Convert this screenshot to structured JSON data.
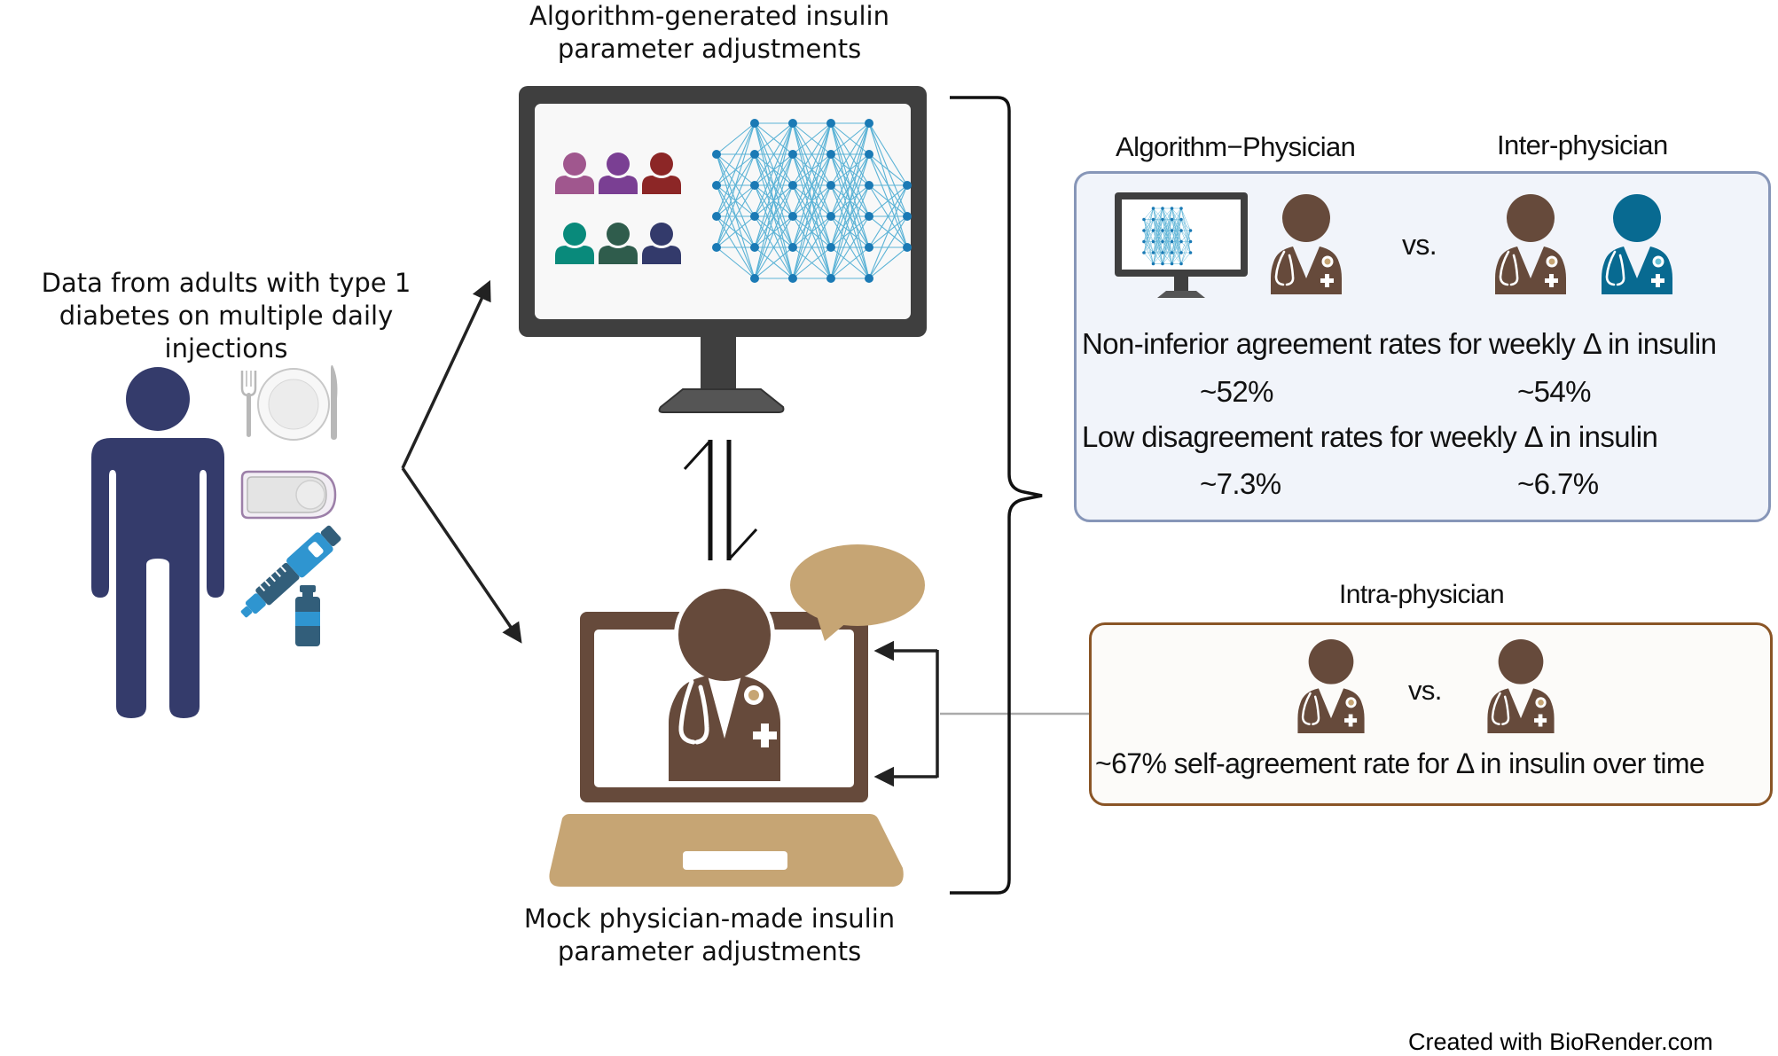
{
  "left_panel": {
    "caption_line1": "Data from adults with type 1",
    "caption_line2": "diabetes on multiple daily injections",
    "icons": [
      "person-icon",
      "plate-cutlery-icon",
      "glucose-sensor-icon",
      "insulin-pen-icon",
      "insulin-vial-icon"
    ]
  },
  "top_panel": {
    "title_line1": "Algorithm-generated insulin",
    "title_line2": "parameter adjustments",
    "patient_icon_colors": [
      "#a0578e",
      "#7a3f93",
      "#8c2626",
      "#098a7b",
      "#2f5c4c",
      "#333a6b"
    ]
  },
  "bottom_panel": {
    "title_line1": "Mock physician-made insulin",
    "title_line2": "parameter adjustments"
  },
  "comparison_box": {
    "header_left": "Algorithm−Physician",
    "header_right": "Inter-physician",
    "vs_label": "vs.",
    "row1_label": "Non-inferior agreement rates for weekly Δ in insulin",
    "row1_left_value": "~52%",
    "row1_right_value": "~54%",
    "row2_label": "Low disagreement rates for weekly Δ in insulin",
    "row2_left_value": "~7.3%",
    "row2_right_value": "~6.7%",
    "border_color": "#8796b8",
    "fill_color": "#f1f4fa"
  },
  "intra_box": {
    "header": "Intra-physician",
    "vs_label": "vs.",
    "summary": "~67% self-agreement rate for Δ in insulin over time",
    "border_color": "#8a5526"
  },
  "colors": {
    "person_navy": "#343b6b",
    "doctor_brown": "#664a3b",
    "doctor_blue": "#086a91",
    "laptop_tan": "#c6a574",
    "monitor_dark": "#3f3f3f",
    "network_blue": "#1a7ab5",
    "network_edge": "#5bb3d6"
  },
  "footer": {
    "credit": "Created with BioRender.com"
  }
}
